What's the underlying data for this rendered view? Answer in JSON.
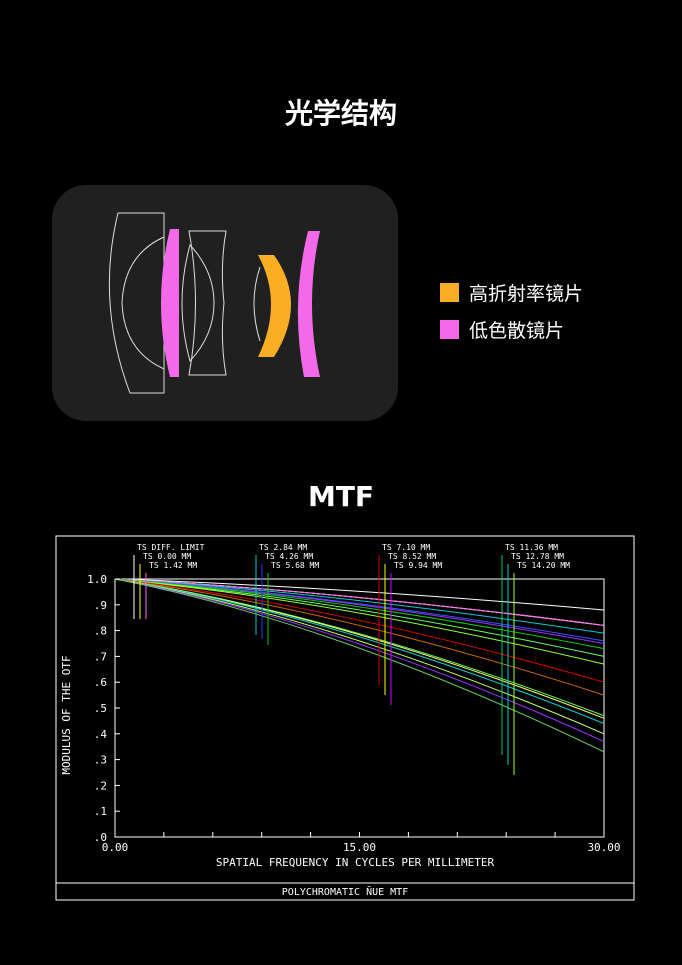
{
  "section_titles": {
    "structure": "光学结构",
    "mtf": "MTF"
  },
  "legend": [
    {
      "label": "高折射率镜片",
      "color": "#F9AE24"
    },
    {
      "label": "低色散镜片",
      "color": "#F26AEA"
    }
  ],
  "colors": {
    "background": "#000000",
    "card": "#202020",
    "plot_line": "#FFFFFF"
  },
  "chart_data": {
    "type": "line",
    "title": "",
    "xlabel": "SPATIAL FREQUENCY IN CYCLES PER MILLIMETER",
    "ylabel": "MODULUS OF THE OTF",
    "footer": "POLYCHROMATIC ÑUE   MTF",
    "xlim": [
      0,
      30
    ],
    "ylim": [
      0,
      1
    ],
    "x_ticks": [
      "0.00",
      "15.00",
      "30.00"
    ],
    "y_ticks": [
      "1.0",
      ".9",
      ".8",
      ".7",
      ".6",
      ".5",
      ".4",
      ".3",
      ".2",
      ".1",
      ".0"
    ],
    "grid": false,
    "field_labels": [
      "TS DIFF. LIMIT",
      "TS 0.00 MM",
      "TS 1.42 MM",
      "TS 2.84 MM",
      "TS 4.26 MM",
      "TS 5.68 MM",
      "TS 7.10 MM",
      "TS 8.52 MM",
      "TS 9.94 MM",
      "TS 11.36 MM",
      "TS 12.78 MM",
      "TS 14.20 MM"
    ],
    "series": [
      {
        "color": "#FFFFFF",
        "x": [
          0,
          30
        ],
        "y": [
          1.0,
          0.88
        ]
      },
      {
        "color": "#FFFFFF",
        "x": [
          0,
          30
        ],
        "y": [
          1.0,
          0.82
        ]
      },
      {
        "color": "#FFFF66",
        "x": [
          0,
          30
        ],
        "y": [
          1.0,
          0.82
        ]
      },
      {
        "color": "#FF66FF",
        "x": [
          0,
          30
        ],
        "y": [
          1.0,
          0.82
        ]
      },
      {
        "color": "#00CCCC",
        "x": [
          0,
          30
        ],
        "y": [
          1.0,
          0.79
        ]
      },
      {
        "color": "#3355FF",
        "x": [
          0,
          30
        ],
        "y": [
          1.0,
          0.76
        ]
      },
      {
        "color": "#9933FF",
        "x": [
          0,
          30
        ],
        "y": [
          1.0,
          0.75
        ]
      },
      {
        "color": "#00CC00",
        "x": [
          0,
          30
        ],
        "y": [
          1.0,
          0.73
        ]
      },
      {
        "color": "#66FF66",
        "x": [
          0,
          30
        ],
        "y": [
          1.0,
          0.7
        ]
      },
      {
        "color": "#99FF33",
        "x": [
          0,
          30
        ],
        "y": [
          1.0,
          0.67
        ]
      },
      {
        "color": "#CC0000",
        "x": [
          0,
          30
        ],
        "y": [
          1.0,
          0.6
        ]
      },
      {
        "color": "#CC6600",
        "x": [
          0,
          30
        ],
        "y": [
          1.0,
          0.55
        ]
      },
      {
        "color": "#66FF66",
        "x": [
          0,
          30
        ],
        "y": [
          1.0,
          0.47
        ]
      },
      {
        "color": "#FFFF66",
        "x": [
          0,
          30
        ],
        "y": [
          1.0,
          0.46
        ]
      },
      {
        "color": "#00CCCC",
        "x": [
          0,
          30
        ],
        "y": [
          1.0,
          0.44
        ]
      },
      {
        "color": "#CCFF66",
        "x": [
          0,
          30
        ],
        "y": [
          1.0,
          0.4
        ]
      },
      {
        "color": "#9933FF",
        "x": [
          0,
          30
        ],
        "y": [
          1.0,
          0.37
        ]
      },
      {
        "color": "#66CC66",
        "x": [
          0,
          30
        ],
        "y": [
          1.0,
          0.33
        ]
      }
    ]
  }
}
